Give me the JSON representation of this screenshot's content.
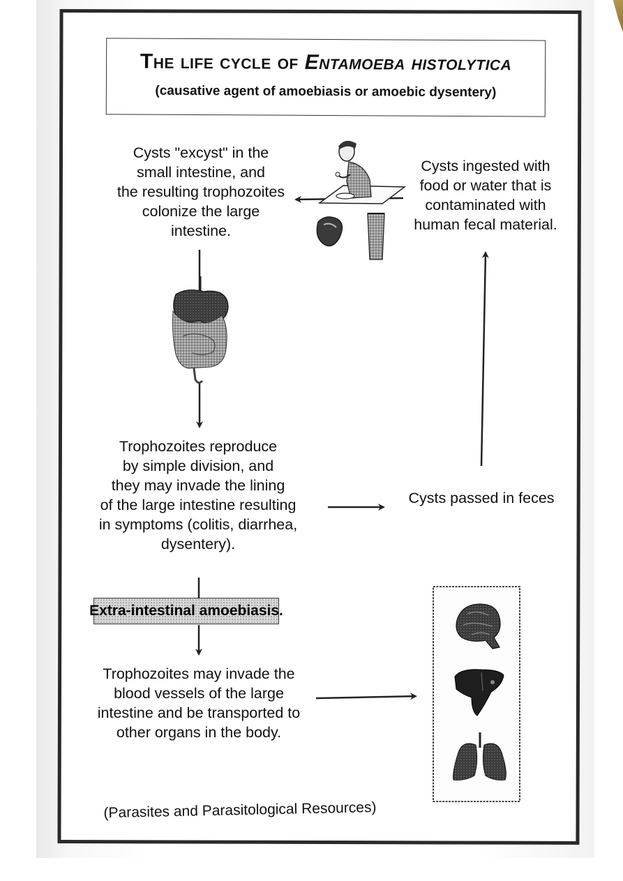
{
  "header": {
    "title_part1": "The life cycle of ",
    "title_part2": "Entamoeba histolytica",
    "subtitle": "(causative agent of amoebiasis or amoebic dysentery)"
  },
  "steps": {
    "excyst": "Cysts \"excyst\" in the\nsmall intestine, and\nthe resulting trophozoites\ncolonize the large\nintestine.",
    "ingested": "Cysts ingested with\nfood or water that is\ncontaminated with\nhuman fecal material.",
    "reproduce": "Trophozoites reproduce\nby simple division, and\nthey may invade the lining\nof the large intestine resulting\nin symptoms (colitis, diarrhea,\ndysentery).",
    "passed": "Cysts passed in feces",
    "extra_intestinal": "Extra-intestinal amoebiasis.",
    "invade_vessels": "Trophozoites may invade the\nblood vessels of the large\nintestine and be transported to\nother organs in the body."
  },
  "footer": {
    "source": "(Parasites and Parasitological Resources)"
  },
  "illustrations": {
    "person_eating": "person-eating-illustration",
    "intestine": "digestive-tract-illustration",
    "organs": [
      "brain-icon",
      "liver-icon",
      "lungs-icon"
    ]
  }
}
